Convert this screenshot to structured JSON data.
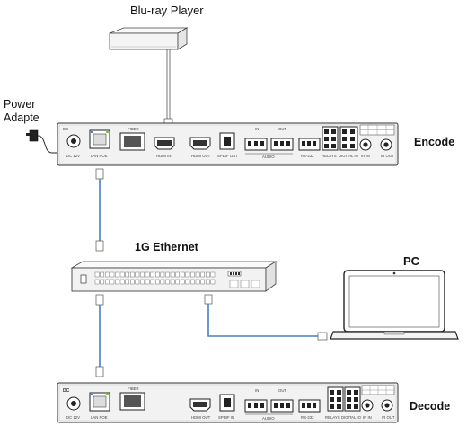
{
  "labels": {
    "bluray": "Blu-ray Player",
    "power_line1": "Power",
    "power_line2": "Adapte",
    "encode": "Encode",
    "ethernet": "1G Ethernet",
    "pc": "PC",
    "decode": "Decode"
  },
  "encoder_ports": {
    "dc": "DC 12V",
    "lan": "LAN POE",
    "fiber": "FIBER",
    "hdmi_in": "HDMI IN",
    "hdmi_out": "HDMI OUT",
    "spdif": "SPDIF OUT",
    "audio": "AUDIO",
    "rs232": "RS-232",
    "relays": "RELAYS",
    "digital_io": "DIGITAL IO",
    "ir_in": "IR IN",
    "ir_out": "IR OUT",
    "in": "IN",
    "out": "OUT"
  },
  "decoder_ports": {
    "dc": "DC 12V",
    "lan": "LAN POE",
    "fiber": "FIBER",
    "hdmi_out": "HDMI OUT",
    "spdif": "SPDIF IN",
    "audio": "AUDIO",
    "rs232": "RS-232",
    "relays": "RELAYS",
    "digital_io": "DIGITAL IO",
    "ir_in": "IR IN",
    "ir_out": "IR OUT",
    "in": "IN",
    "out": "OUT"
  },
  "colors": {
    "cable": "#4a7fc1",
    "device_fill": "#f2f2f2",
    "device_stroke": "#333333",
    "text": "#111111"
  }
}
